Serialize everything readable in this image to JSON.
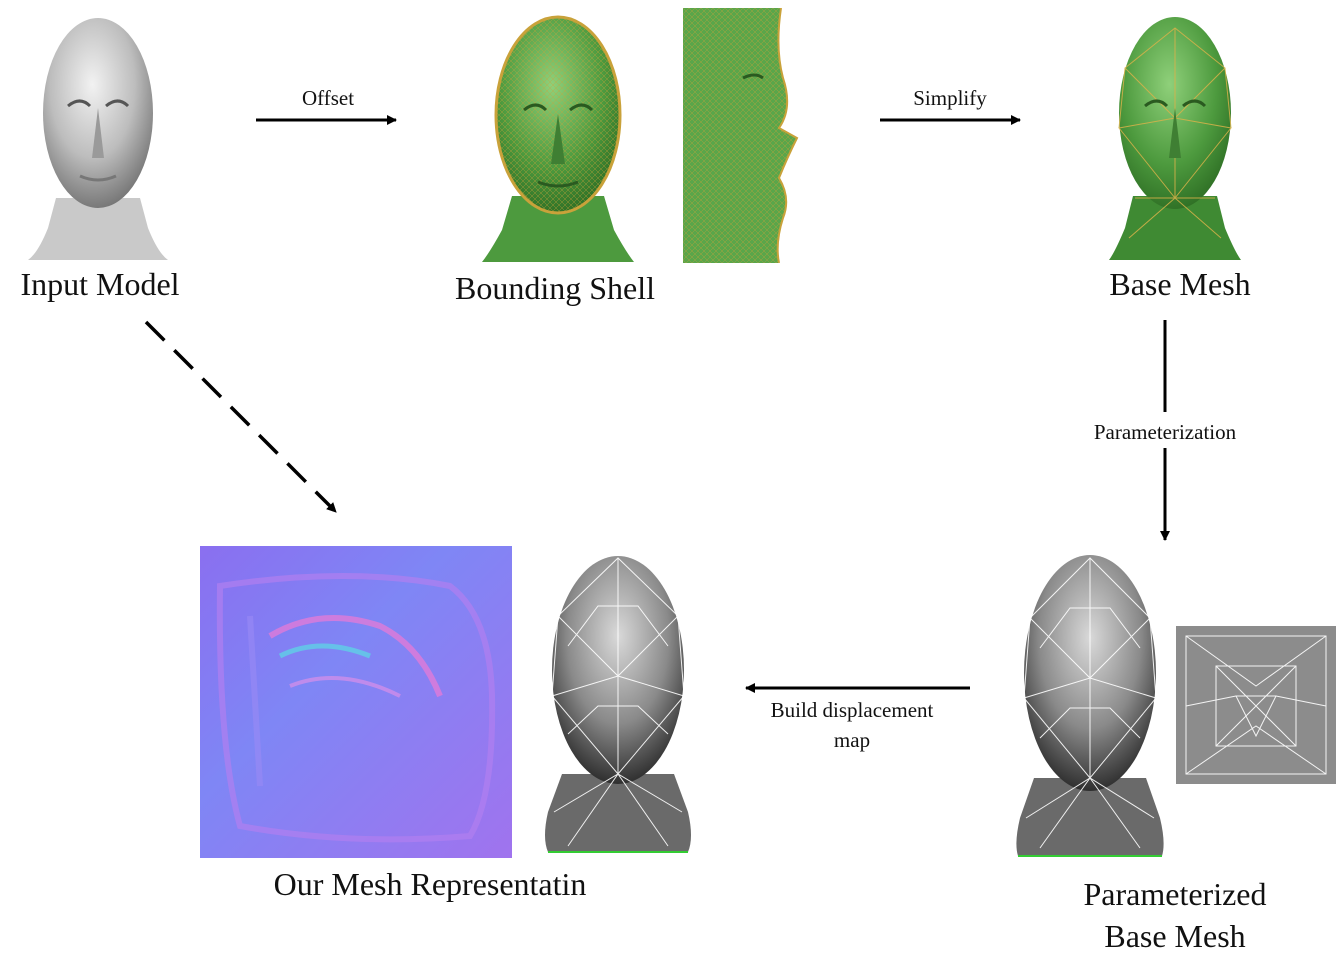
{
  "nodes": {
    "input_model": "Input Model",
    "bounding_shell": "Bounding Shell",
    "base_mesh": "Base Mesh",
    "parameterized_line1": "Parameterized",
    "parameterized_line2": "Base Mesh",
    "our_mesh": "Our Mesh Representatin"
  },
  "edges": {
    "offset": "Offset",
    "simplify": "Simplify",
    "parameterization": "Parameterization",
    "build_line1": "Build displacement",
    "build_line2": "map"
  }
}
